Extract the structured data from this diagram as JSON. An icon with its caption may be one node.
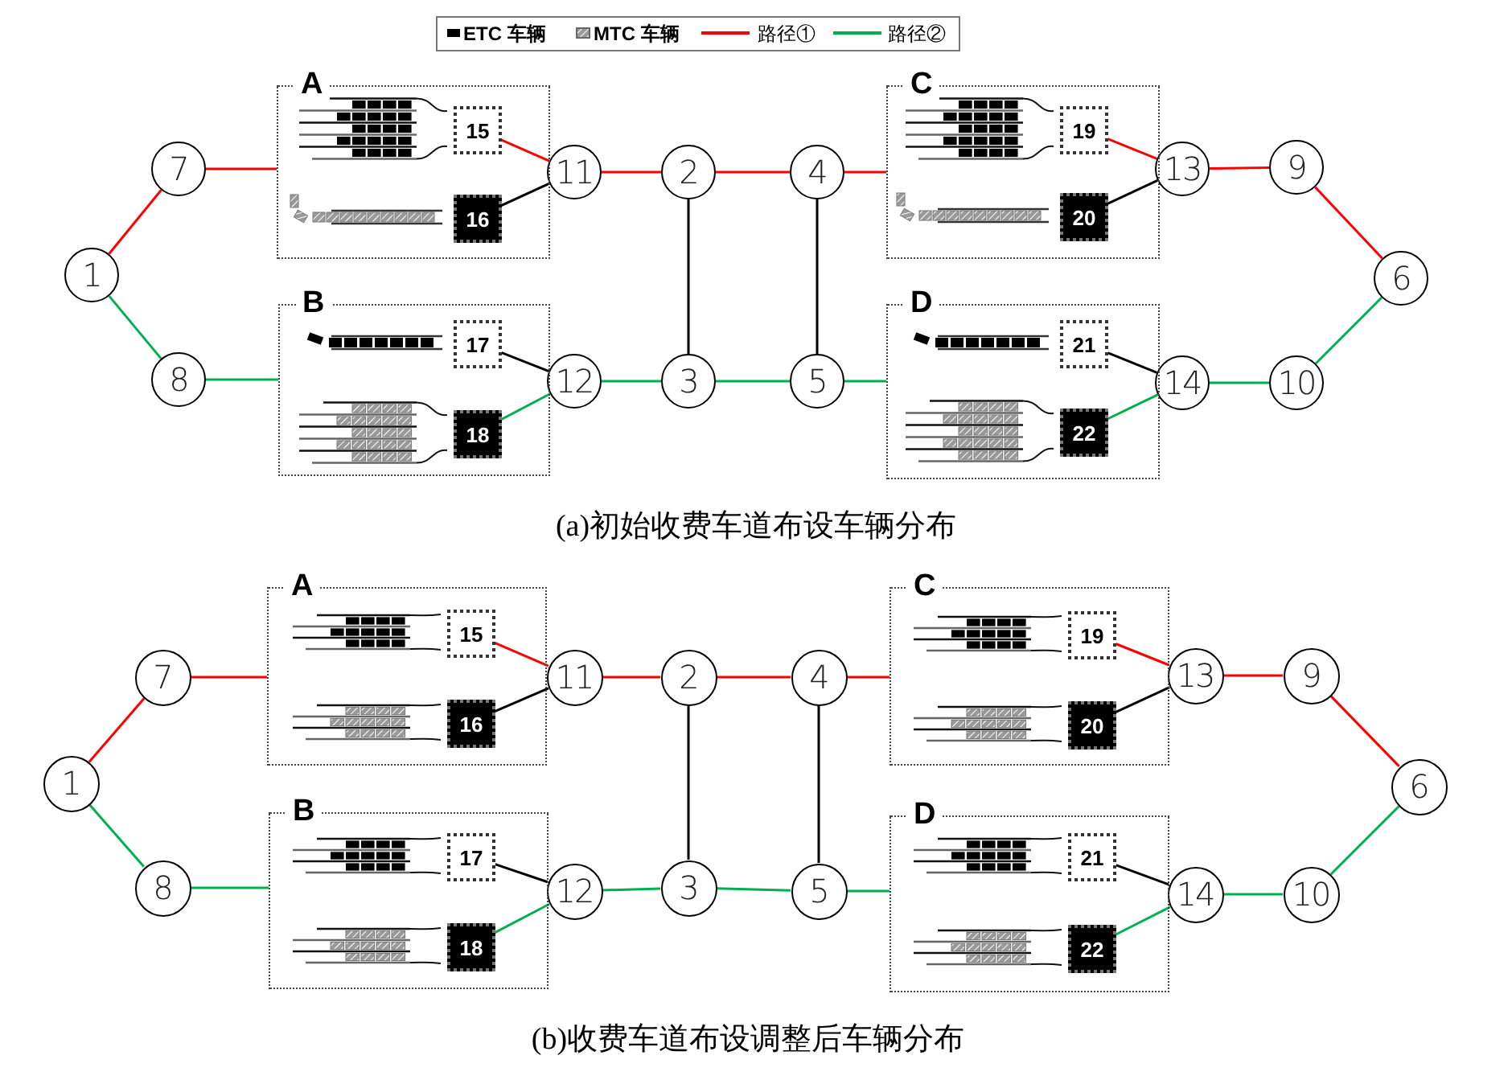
{
  "diagram": {
    "nodes": [
      {
        "text": [
          "1"
        ]
      },
      {
        "text": [
          "2"
        ]
      },
      {
        "text": [
          "3"
        ]
      },
      {
        "text": [
          "4"
        ]
      },
      {
        "text": [
          "5"
        ]
      },
      {
        "text": [
          "6"
        ]
      },
      {
        "text": [
          "7"
        ]
      },
      {
        "text": [
          "8"
        ]
      },
      {
        "text": [
          "9"
        ]
      },
      {
        "text": [
          "10"
        ]
      },
      {
        "text": [
          "11"
        ]
      },
      {
        "text": [
          "12"
        ]
      },
      {
        "text": [
          "13"
        ]
      },
      {
        "text": [
          "14"
        ]
      },
      {
        "text": [
          "A"
        ]
      },
      {
        "text": [
          "15"
        ],
        "in": 14
      },
      {
        "text": [
          "16"
        ],
        "in": 14
      },
      {
        "text": [
          "B"
        ]
      },
      {
        "text": [
          "17"
        ],
        "in": 17
      },
      {
        "text": [
          "18"
        ],
        "in": 17
      },
      {
        "text": [
          "C"
        ]
      },
      {
        "text": [
          "19"
        ],
        "in": 20
      },
      {
        "text": [
          "20"
        ],
        "in": 20
      },
      {
        "text": [
          "D"
        ]
      },
      {
        "text": [
          "21"
        ],
        "in": 23
      },
      {
        "text": [
          "22"
        ],
        "in": 23
      },
      {
        "text": [
          "1"
        ]
      },
      {
        "text": [
          "2"
        ]
      },
      {
        "text": [
          "3"
        ]
      },
      {
        "text": [
          "4"
        ]
      },
      {
        "text": [
          "5"
        ]
      },
      {
        "text": [
          "6"
        ]
      },
      {
        "text": [
          "7"
        ]
      },
      {
        "text": [
          "8"
        ]
      },
      {
        "text": [
          "9"
        ]
      },
      {
        "text": [
          "10"
        ]
      },
      {
        "text": [
          "11"
        ]
      },
      {
        "text": [
          "12"
        ]
      },
      {
        "text": [
          "13"
        ]
      },
      {
        "text": [
          "14"
        ]
      },
      {
        "text": [
          "A"
        ]
      },
      {
        "text": [
          "15"
        ],
        "in": 40
      },
      {
        "text": [
          "16"
        ],
        "in": 40
      },
      {
        "text": [
          "B"
        ]
      },
      {
        "text": [
          "17"
        ],
        "in": 43
      },
      {
        "text": [
          "18"
        ],
        "in": 43
      },
      {
        "text": [
          "C"
        ]
      },
      {
        "text": [
          "19"
        ],
        "in": 46
      },
      {
        "text": [
          "20"
        ],
        "in": 46
      },
      {
        "text": [
          "D"
        ]
      },
      {
        "text": [
          "21"
        ],
        "in": 49
      },
      {
        "text": [
          "22"
        ],
        "in": 49
      }
    ],
    "edges": [
      {
        "from": 0,
        "to": 6,
        "arrow": "none",
        "color": "#ff0000"
      },
      {
        "from": 6,
        "to": 14,
        "arrow": "none",
        "color": "#ff0000"
      },
      {
        "from": 15,
        "to": 10,
        "arrow": "none",
        "color": "#ff0000"
      },
      {
        "from": 16,
        "to": 10,
        "arrow": "none",
        "color": "#000000"
      },
      {
        "from": 10,
        "to": 1,
        "arrow": "none",
        "color": "#ff0000"
      },
      {
        "from": 1,
        "to": 3,
        "arrow": "none",
        "color": "#ff0000"
      },
      {
        "from": 3,
        "to": 20,
        "arrow": "none",
        "color": "#ff0000"
      },
      {
        "from": 21,
        "to": 12,
        "arrow": "none",
        "color": "#ff0000"
      },
      {
        "from": 22,
        "to": 12,
        "arrow": "none",
        "color": "#000000"
      },
      {
        "from": 12,
        "to": 8,
        "arrow": "none",
        "color": "#ff0000"
      },
      {
        "from": 8,
        "to": 5,
        "arrow": "none",
        "color": "#ff0000"
      },
      {
        "from": 0,
        "to": 7,
        "arrow": "none",
        "color": "#00b050"
      },
      {
        "from": 7,
        "to": 17,
        "arrow": "none",
        "color": "#00b050"
      },
      {
        "from": 18,
        "to": 11,
        "arrow": "none",
        "color": "#000000"
      },
      {
        "from": 19,
        "to": 11,
        "arrow": "none",
        "color": "#00b050"
      },
      {
        "from": 11,
        "to": 2,
        "arrow": "none",
        "color": "#00b050"
      },
      {
        "from": 2,
        "to": 4,
        "arrow": "none",
        "color": "#00b050"
      },
      {
        "from": 4,
        "to": 23,
        "arrow": "none",
        "color": "#00b050"
      },
      {
        "from": 24,
        "to": 13,
        "arrow": "none",
        "color": "#000000"
      },
      {
        "from": 25,
        "to": 13,
        "arrow": "none",
        "color": "#00b050"
      },
      {
        "from": 13,
        "to": 9,
        "arrow": "none",
        "color": "#00b050"
      },
      {
        "from": 9,
        "to": 5,
        "arrow": "none",
        "color": "#00b050"
      },
      {
        "from": 1,
        "to": 2,
        "arrow": "none",
        "color": "#000000"
      },
      {
        "from": 3,
        "to": 4,
        "arrow": "none",
        "color": "#000000"
      },
      {
        "from": 26,
        "to": 32,
        "arrow": "none",
        "color": "#ff0000"
      },
      {
        "from": 32,
        "to": 40,
        "arrow": "none",
        "color": "#ff0000"
      },
      {
        "from": 41,
        "to": 36,
        "arrow": "none",
        "color": "#ff0000"
      },
      {
        "from": 42,
        "to": 36,
        "arrow": "none",
        "color": "#000000"
      },
      {
        "from": 36,
        "to": 27,
        "arrow": "none",
        "color": "#ff0000"
      },
      {
        "from": 27,
        "to": 29,
        "arrow": "none",
        "color": "#ff0000"
      },
      {
        "from": 29,
        "to": 46,
        "arrow": "none",
        "color": "#ff0000"
      },
      {
        "from": 47,
        "to": 38,
        "arrow": "none",
        "color": "#ff0000"
      },
      {
        "from": 48,
        "to": 38,
        "arrow": "none",
        "color": "#000000"
      },
      {
        "from": 38,
        "to": 34,
        "arrow": "none",
        "color": "#ff0000"
      },
      {
        "from": 34,
        "to": 31,
        "arrow": "none",
        "color": "#ff0000"
      },
      {
        "from": 26,
        "to": 33,
        "arrow": "none",
        "color": "#00b050"
      },
      {
        "from": 33,
        "to": 43,
        "arrow": "none",
        "color": "#00b050"
      },
      {
        "from": 44,
        "to": 37,
        "arrow": "none",
        "color": "#000000"
      },
      {
        "from": 45,
        "to": 37,
        "arrow": "none",
        "color": "#00b050"
      },
      {
        "from": 37,
        "to": 28,
        "arrow": "none",
        "color": "#00b050"
      },
      {
        "from": 28,
        "to": 30,
        "arrow": "none",
        "color": "#00b050"
      },
      {
        "from": 30,
        "to": 49,
        "arrow": "none",
        "color": "#00b050"
      },
      {
        "from": 50,
        "to": 39,
        "arrow": "none",
        "color": "#000000"
      },
      {
        "from": 51,
        "to": 39,
        "arrow": "none",
        "color": "#00b050"
      },
      {
        "from": 39,
        "to": 35,
        "arrow": "none",
        "color": "#00b050"
      },
      {
        "from": 35,
        "to": 31,
        "arrow": "none",
        "color": "#00b050"
      },
      {
        "from": 27,
        "to": 28,
        "arrow": "none",
        "color": "#000000"
      },
      {
        "from": 29,
        "to": 30,
        "arrow": "none",
        "color": "#000000"
      }
    ],
    "labels": [
      "(a)初始收费车道布设车辆分布",
      "(b)收费车道布设调整后车辆分布"
    ],
    "legend": [
      {
        "text": "ETC 车辆",
        "color": "#000000"
      },
      {
        "text": "MTC 车辆"
      },
      {
        "text": "路径①"
      },
      {
        "text": "路径②"
      }
    ]
  }
}
